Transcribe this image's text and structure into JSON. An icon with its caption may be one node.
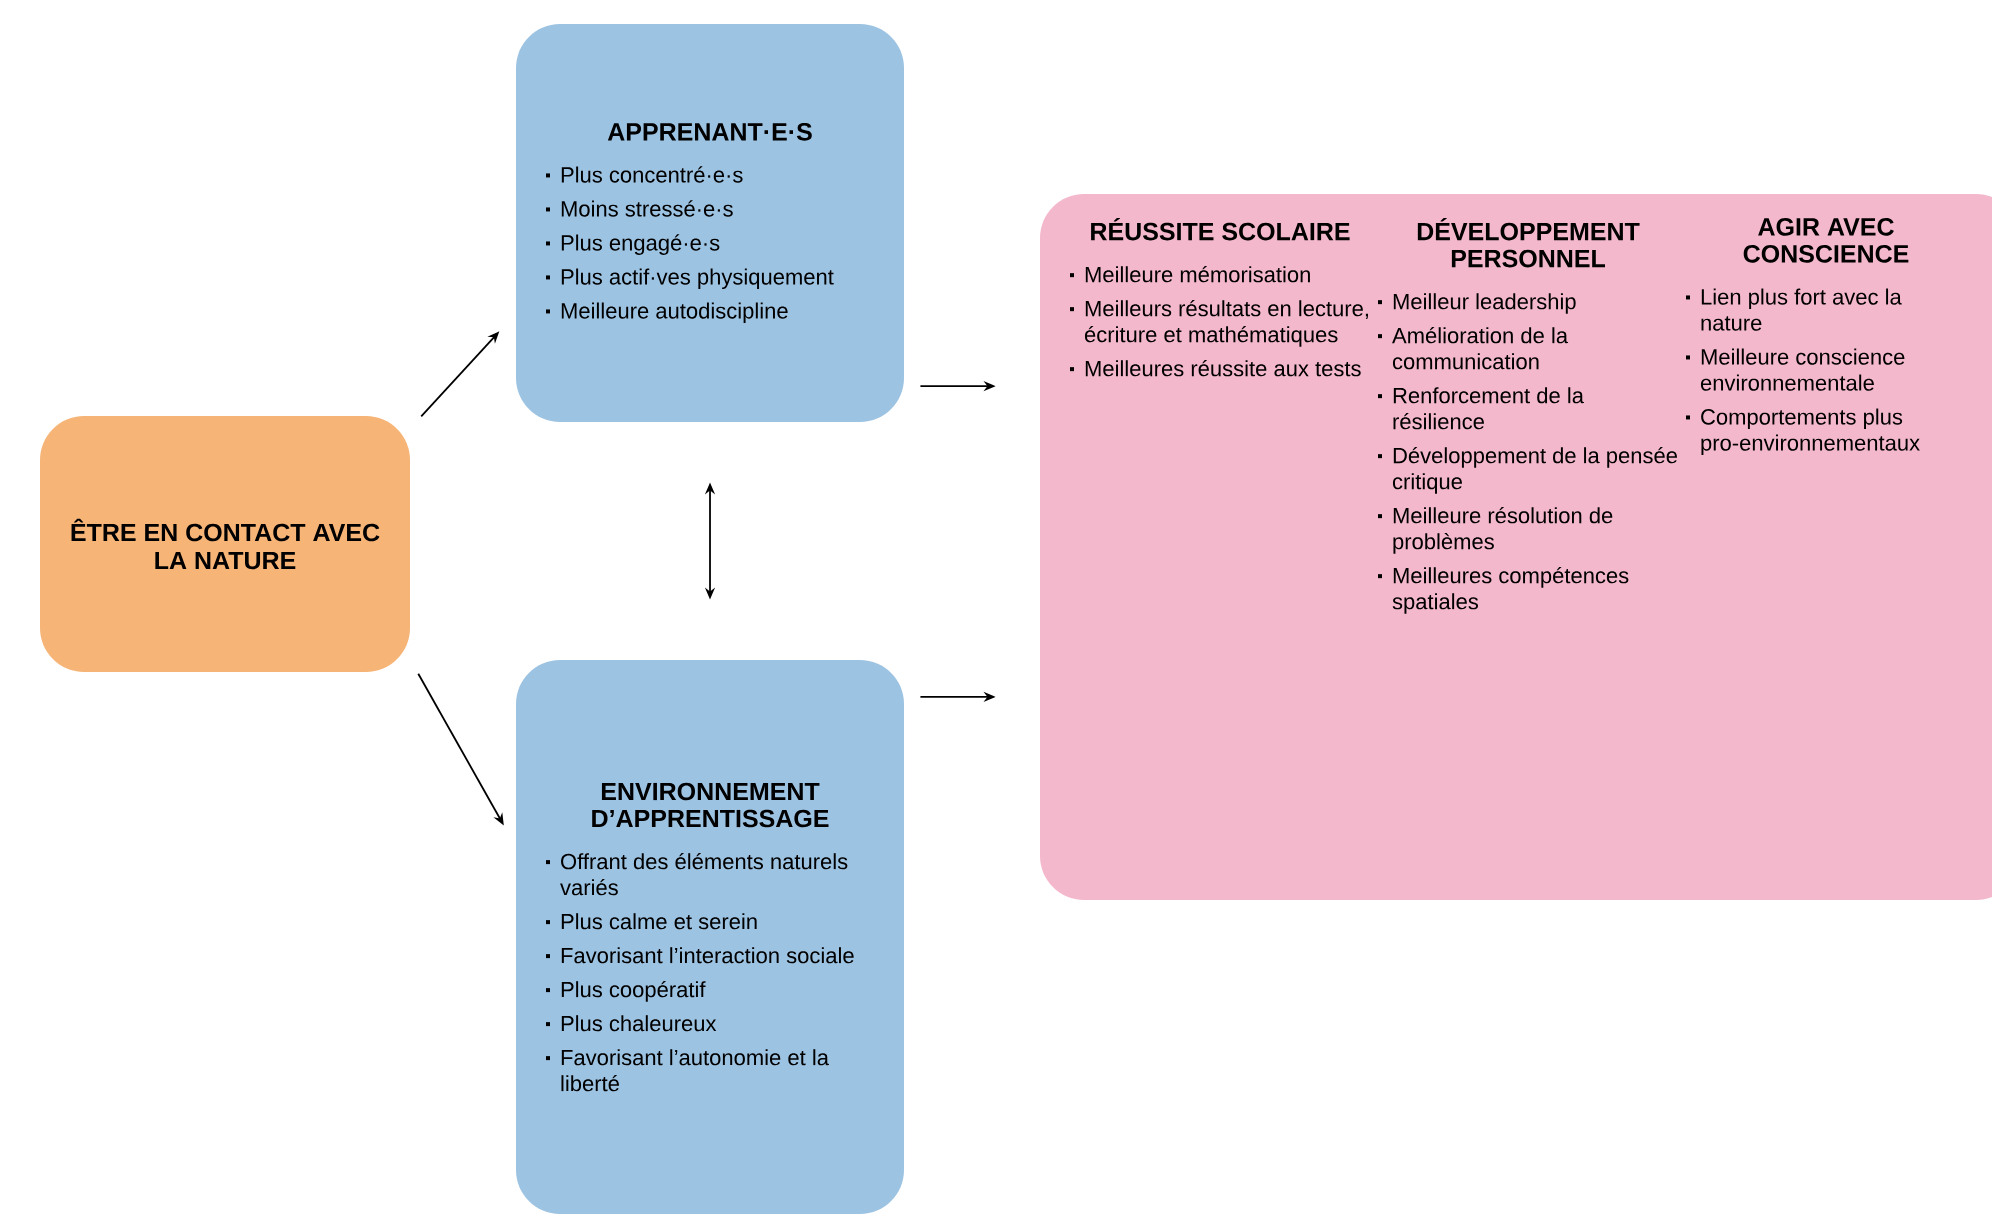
{
  "diagram": {
    "nodes": [
      {
        "text": [
          "ÊTRE EN CONTACT AVEC LA NATURE"
        ]
      },
      {
        "text": [
          "APPRENANT·E·S",
          "Plus concentré·e·s",
          "Moins stressé·e·s",
          "Plus engagé·e·s",
          "Plus actif·ves physiquement",
          "Meilleure autodiscipline"
        ]
      },
      {
        "text": [
          "ENVIRONNEMENT D’APPRENTISSAGE",
          "Offrant des éléments naturels variés",
          "Plus calme et serein",
          "Favorisant l’interaction sociale",
          "Plus coopératif",
          "Plus chaleureux",
          "Favorisant l’autonomie et la liberté"
        ]
      },
      {
        "text": [
          "RÉUSSITE SCOLAIRE",
          "Meilleure mémorisation",
          "Meilleurs résultats en lecture, écriture et mathématiques",
          "Meilleures réussite aux tests",
          "DÉVELOPPEMENT PERSONNEL",
          "Meilleur leadership",
          "Amélioration de la communication",
          "Renforcement de la résilience",
          "Développement de la pensée critique",
          "Meilleure résolution de problèmes",
          "Meilleures compétences spatiales",
          "AGIR AVEC CONSCIENCE",
          "Lien plus fort avec la nature",
          "Meilleure conscience environnementale",
          "Comportements plus pro-environnementaux"
        ]
      }
    ],
    "edges": [
      {
        "from": 0,
        "to": 1,
        "arrow": "to"
      },
      {
        "from": 0,
        "to": 2,
        "arrow": "to"
      },
      {
        "from": 1,
        "to": 2,
        "arrow": "both"
      },
      {
        "from": 1,
        "to": 3,
        "arrow": "to"
      },
      {
        "from": 2,
        "to": 3,
        "arrow": "to"
      }
    ]
  }
}
